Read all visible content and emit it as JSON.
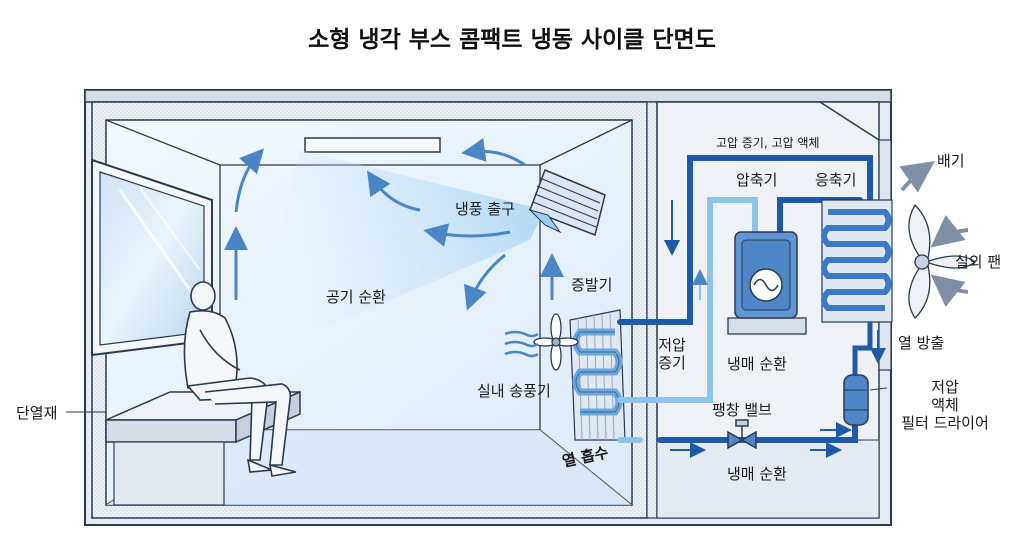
{
  "title": "소형 냉각 부스 콤팩트 냉동 사이클 단면도",
  "labels": {
    "cold_air_outlet": "냉풍 출구",
    "air_circulation": "공기 순환",
    "evaporator": "증발기",
    "indoor_blower": "실내 송풍기",
    "heat_absorption": "열 흡수",
    "insulation": "단열재",
    "low_pressure_vapor_line1": "저압",
    "low_pressure_vapor_line2": "증기",
    "refrigerant_circulation_upper": "냉매 순환",
    "refrigerant_circulation_lower": "냉매 순환",
    "compressor": "압축기",
    "condenser": "응축기",
    "high_pressure": "고압 증기, 고압 액체",
    "exhaust": "배기",
    "outdoor_fan": "실외 팬",
    "heat_rejection": "열 방출",
    "drier_line1": "저압",
    "drier_line2": "액체",
    "drier_line3": "필터 드라이어",
    "expansion_valve": "팽창 밸브"
  },
  "colors": {
    "outline": "#2a3a55",
    "wall_fill": "#e9eef4",
    "room_fill": "#eaf3fb",
    "hot_pipe": "#1e5aa8",
    "cold_pipe": "#8ec3ea",
    "arrow": "#4a86c5"
  }
}
